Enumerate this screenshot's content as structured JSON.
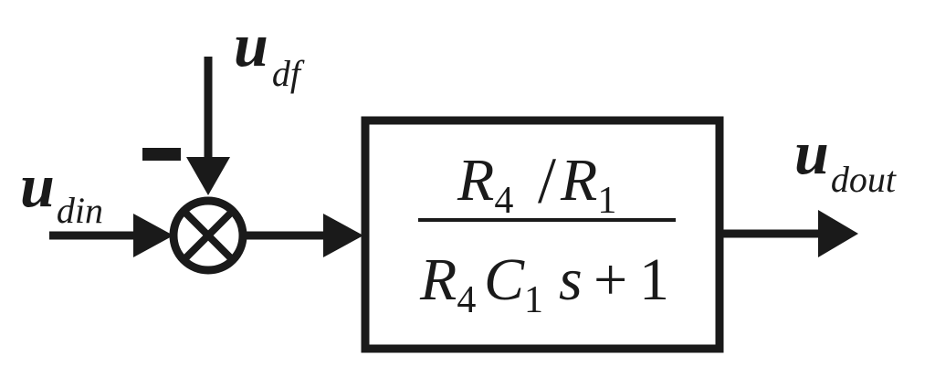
{
  "inputs": {
    "main": {
      "symbol": "u",
      "subscript": "din"
    },
    "feedback": {
      "symbol": "u",
      "subscript": "df",
      "sign": "–"
    }
  },
  "output": {
    "symbol": "u",
    "subscript": "dout"
  },
  "summing_junction": {
    "operator": "⊗"
  },
  "transfer_function": {
    "numerator": {
      "term1": {
        "symbol": "R",
        "subscript": "4"
      },
      "divider": "/",
      "term2": {
        "symbol": "R",
        "subscript": "1"
      }
    },
    "denominator": {
      "term1": {
        "symbol": "R",
        "subscript": "4"
      },
      "term2": {
        "symbol": "C",
        "subscript": "1"
      },
      "variable": "s",
      "plus": "+",
      "constant": "1"
    }
  }
}
